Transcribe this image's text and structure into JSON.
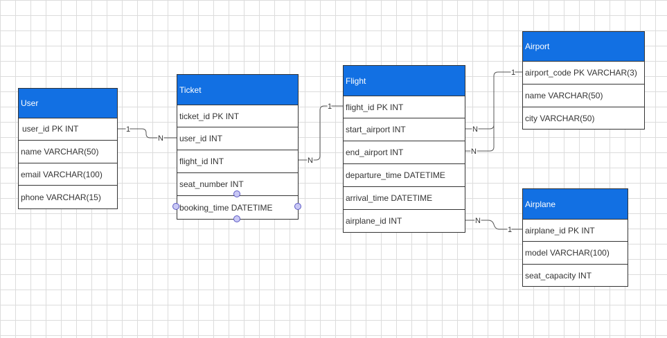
{
  "colors": {
    "entity_header": "#1270e3",
    "handle_fill": "#c9c8f5",
    "handle_stroke": "#5b59c4",
    "grid": "#dcdcdc"
  },
  "entities": {
    "user": {
      "title": "User",
      "fields": [
        "user_id PK INT",
        "name VARCHAR(50)",
        "email VARCHAR(100)",
        "phone VARCHAR(15)"
      ]
    },
    "ticket": {
      "title": "Ticket",
      "fields": [
        "ticket_id PK INT",
        "user_id INT",
        "flight_id INT",
        "seat_number INT",
        "booking_time DATETIME"
      ]
    },
    "flight": {
      "title": "Flight",
      "fields": [
        "flight_id PK INT",
        "start_airport INT",
        "end_airport INT",
        "departure_time DATETIME",
        "arrival_time DATETIME",
        "airplane_id INT"
      ]
    },
    "airport": {
      "title": "Airport",
      "fields": [
        "airport_code PK VARCHAR(3)",
        "name VARCHAR(50)",
        "city VARCHAR(50)"
      ]
    },
    "airplane": {
      "title": "Airplane",
      "fields": [
        "airplane_id PK INT",
        "model VARCHAR(100)",
        "seat_capacity INT"
      ]
    }
  },
  "relationships": [
    {
      "from_end": "1",
      "to_end": "N"
    },
    {
      "from_end": "1",
      "to_end": "N"
    },
    {
      "from_end": "1",
      "to_end": "N"
    },
    {
      "from_end": "1",
      "to_end": "N"
    },
    {
      "from_end": "1",
      "to_end": "N"
    }
  ]
}
